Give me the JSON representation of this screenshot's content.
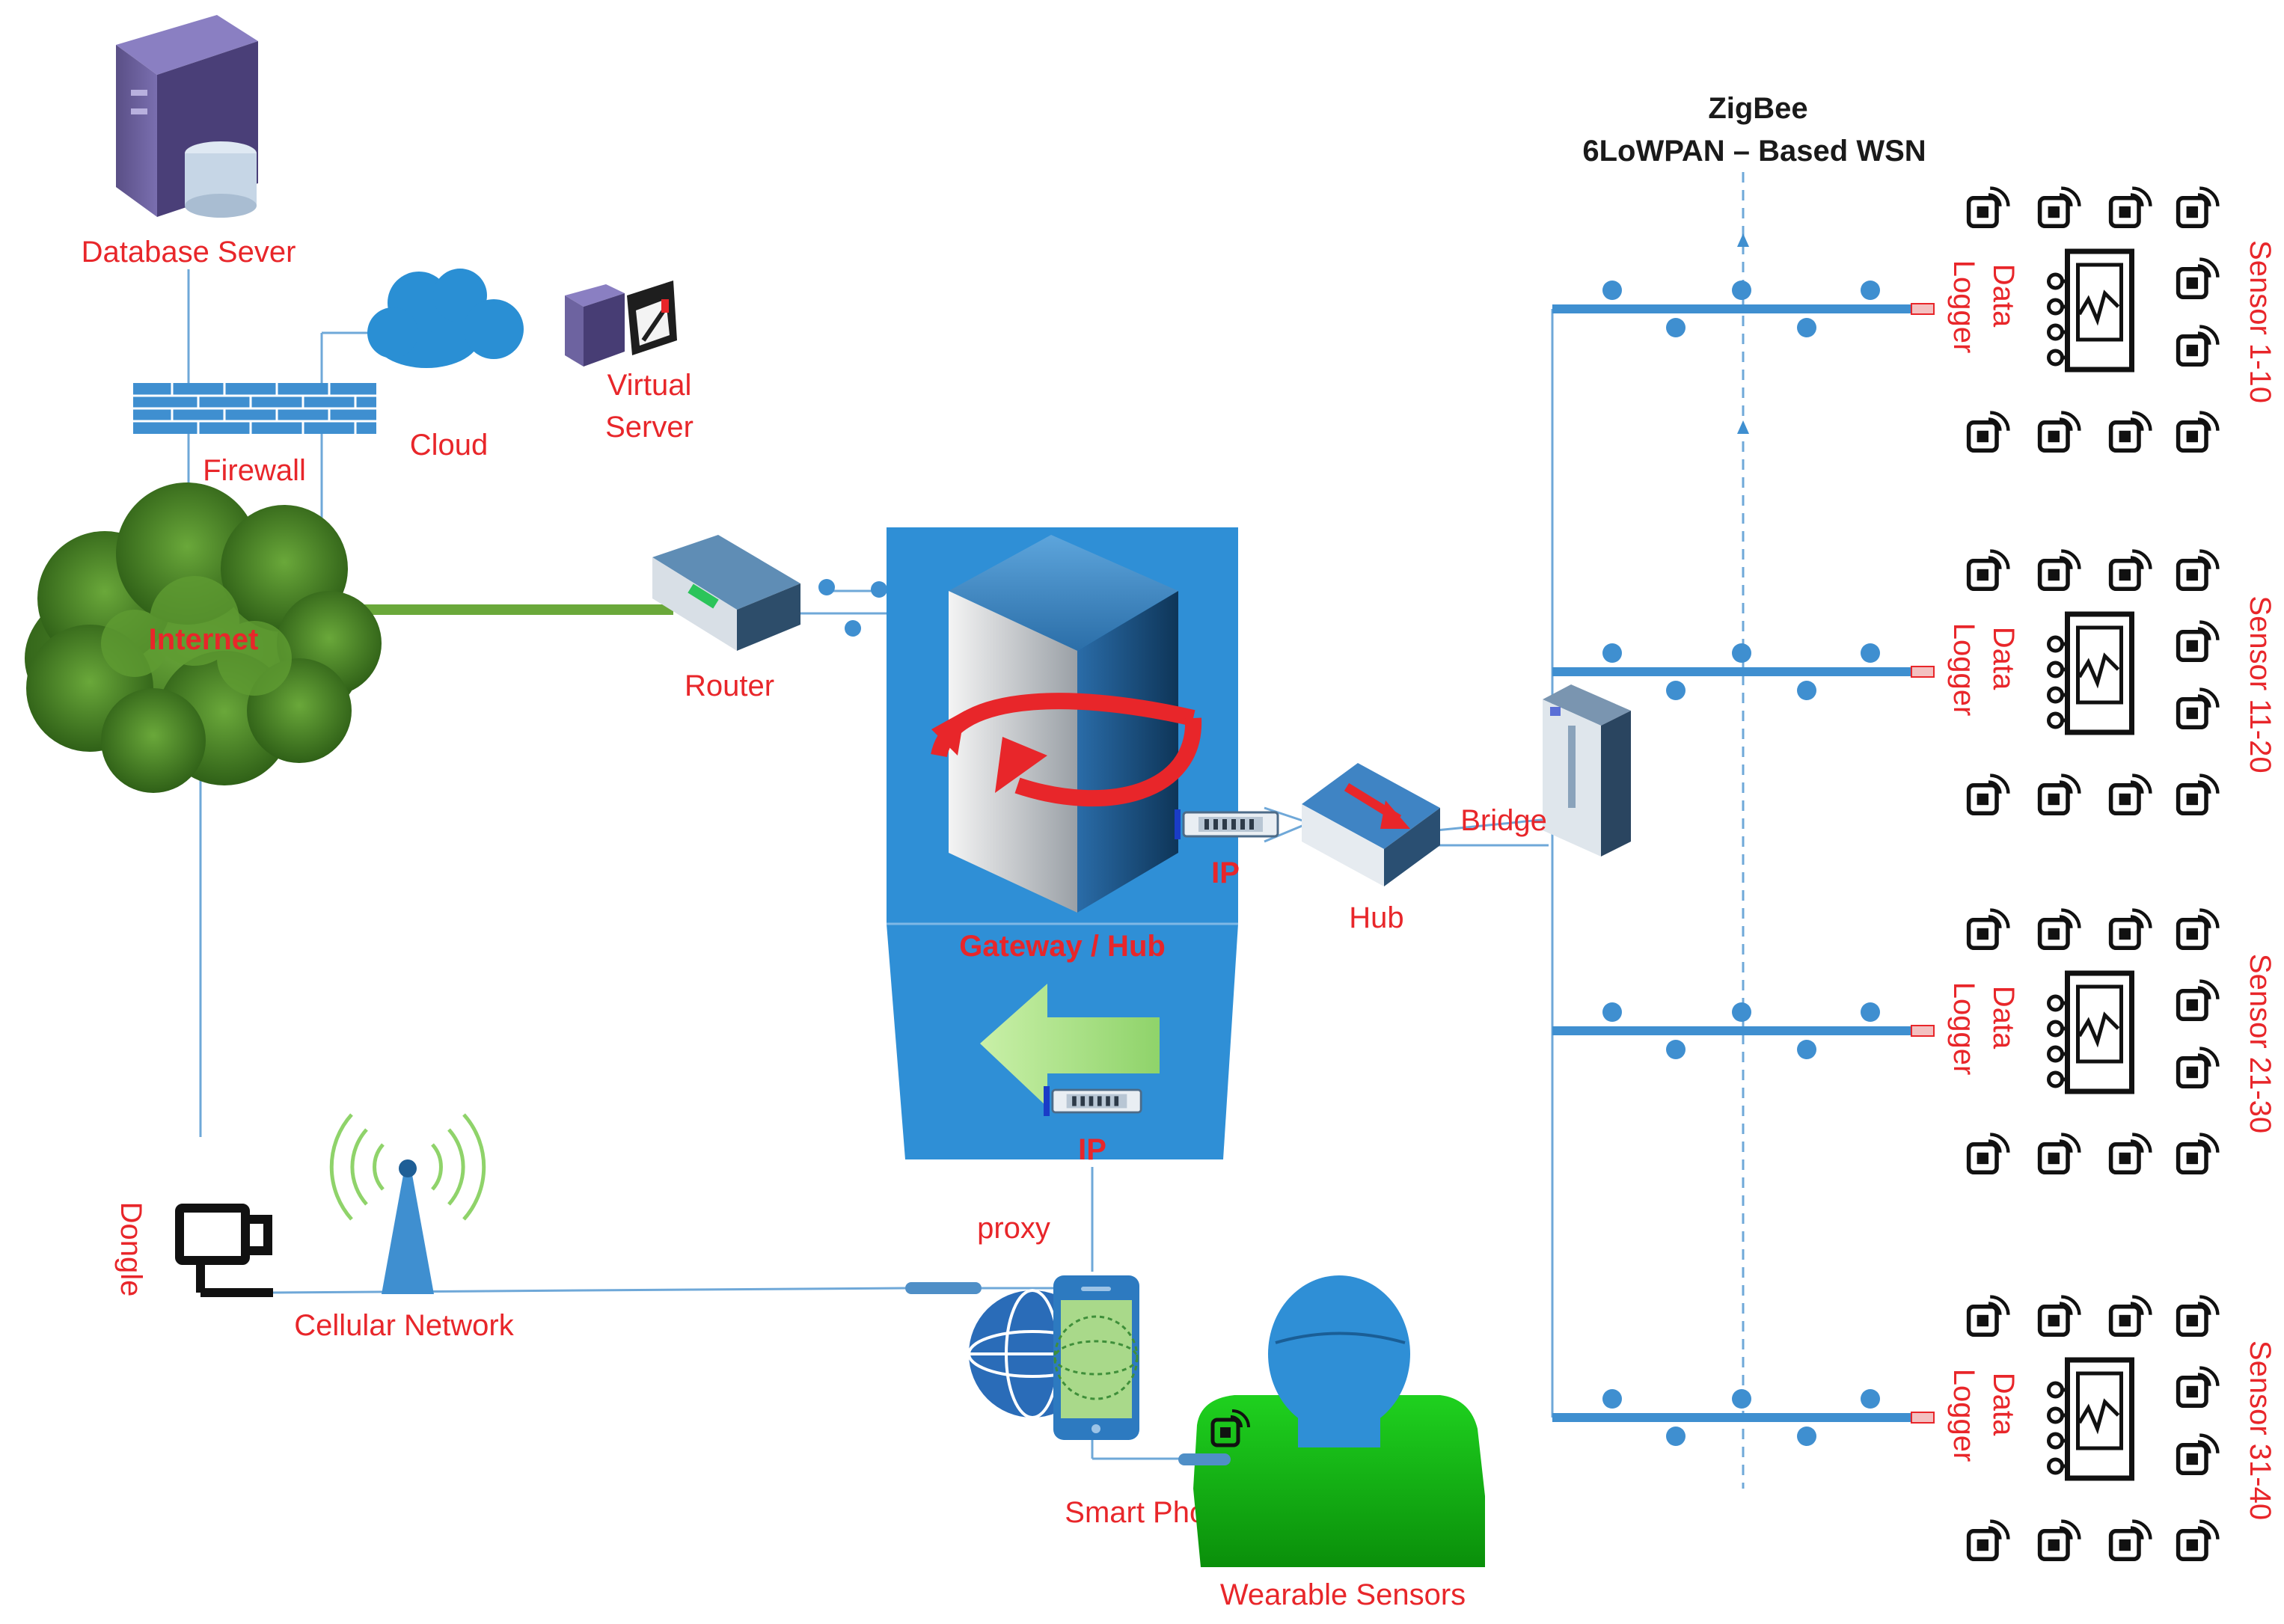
{
  "colors": {
    "label": "#e8262a",
    "accent": "#3f8fd0",
    "hub_panel": "#2f8fd6",
    "cloud": "#2a8fd4",
    "internet": "#3d7a22",
    "wearable": "#22c422"
  },
  "labels": {
    "database_server": "Database Sever",
    "cloud": "Cloud",
    "virtual_server_line1": "Virtual",
    "virtual_server_line2": "Server",
    "firewall": "Firewall",
    "internet": "Internet",
    "router": "Router",
    "gateway": "Gateway / Hub",
    "ip_top": "IP",
    "ip_bottom": "IP",
    "hub": "Hub",
    "bridge": "Bridge",
    "dongle": "Dongle",
    "cellular": "Cellular Network",
    "proxy": "proxy",
    "smartphone": "Smart Phone",
    "wearable": "Wearable Sensors",
    "wsn_line1": "ZigBee",
    "wsn_line2": "6LoWPAN – Based WSN"
  },
  "sensor_groups": [
    {
      "sensor_label": "Sensor 1-10",
      "logger_line1": "Data",
      "logger_line2": "Logger"
    },
    {
      "sensor_label": "Sensor 11-20",
      "logger_line1": "Data",
      "logger_line2": "Logger"
    },
    {
      "sensor_label": "Sensor 21-30",
      "logger_line1": "Data",
      "logger_line2": "Logger"
    },
    {
      "sensor_label": "Sensor 31-40",
      "logger_line1": "Data",
      "logger_line2": "Logger"
    }
  ],
  "icons": {
    "database_server": "server-database-icon",
    "cloud": "cloud-icon",
    "virtual_server": "virtual-server-icon",
    "firewall": "firewall-icon",
    "internet": "internet-cloud-icon",
    "router": "router-icon",
    "gateway": "gateway-server-icon",
    "hub": "hub-icon",
    "bridge": "bridge-icon",
    "dongle": "dongle-icon",
    "cellular": "cell-tower-icon",
    "smartphone": "smartphone-icon",
    "wearable": "person-icon",
    "sensor": "wireless-sensor-icon",
    "data_logger": "data-logger-icon"
  }
}
